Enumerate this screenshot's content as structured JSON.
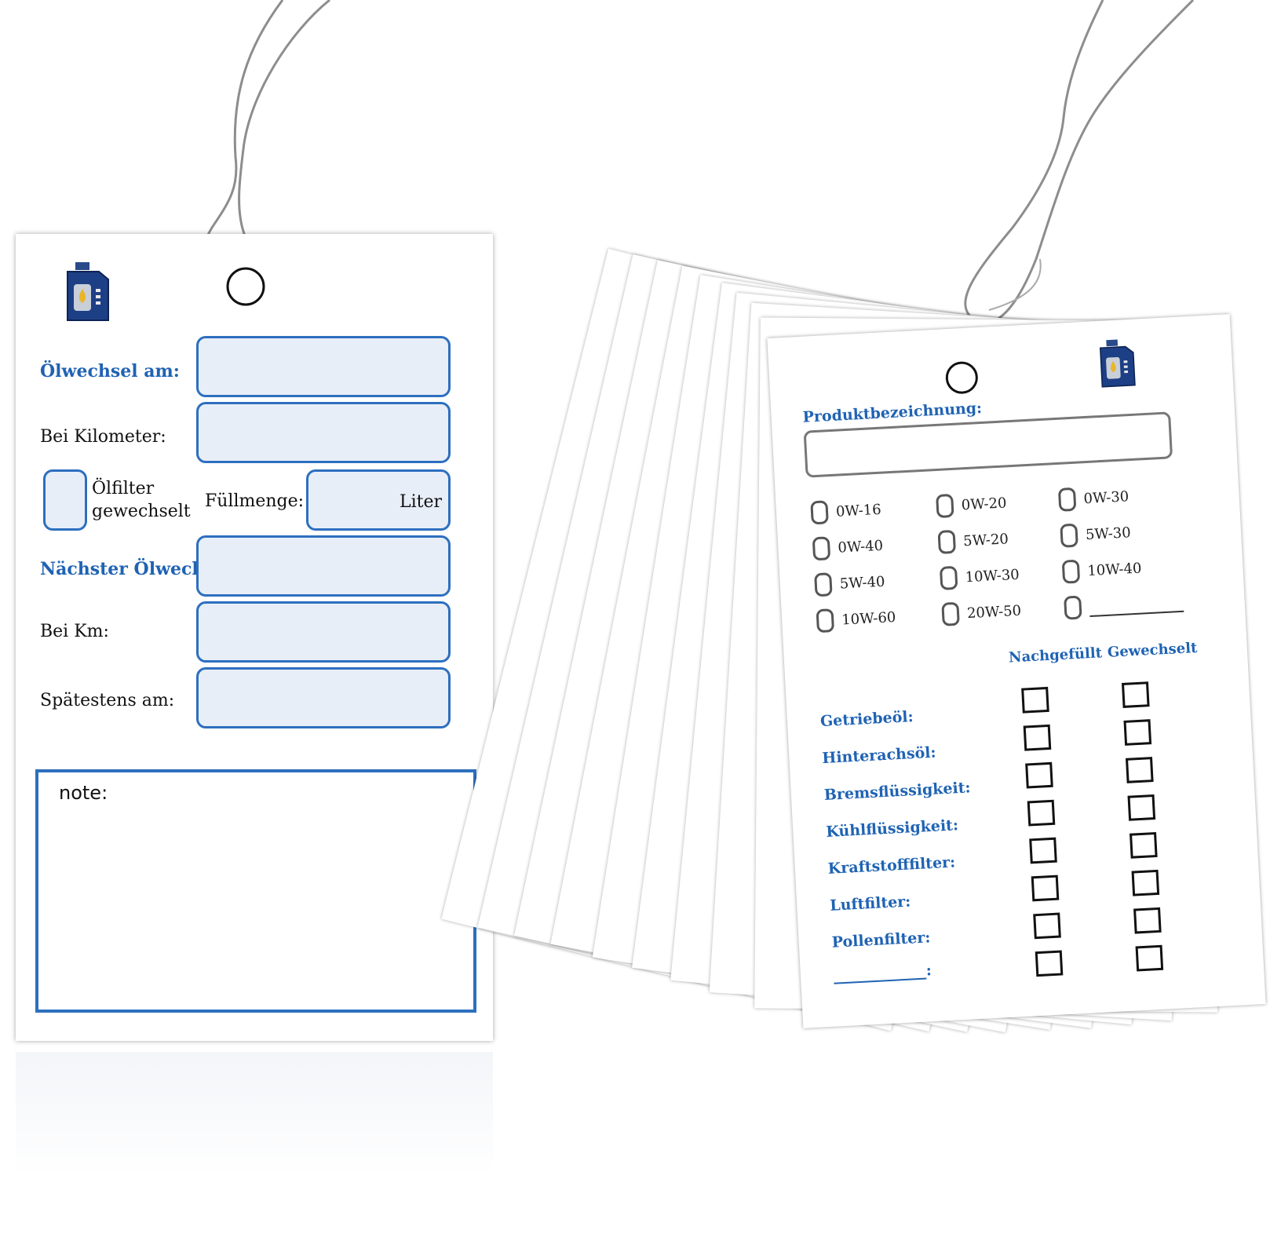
{
  "left_tag": {
    "oelwechsel_am": "Ölwechsel am:",
    "bei_kilometer": "Bei Kilometer:",
    "oelfilter_line1": "Ölfilter",
    "oelfilter_line2": "gewechselt",
    "fuellmenge": "Füllmenge:",
    "liter": "Liter",
    "naechster": "Nächster Ölwechsel",
    "bei_km": "Bei Km:",
    "spaetestens": "Spätestens am:",
    "note": "note:"
  },
  "right_tag": {
    "produkt": "Produktbezeichnung:",
    "viscosities": [
      [
        "0W-16",
        "0W-20",
        "0W-30"
      ],
      [
        "0W-40",
        "5W-20",
        "5W-30"
      ],
      [
        "5W-40",
        "10W-30",
        "10W-40"
      ],
      [
        "10W-60",
        "20W-50",
        ""
      ]
    ],
    "col_nachgefuellt": "Nachgefüllt",
    "col_gewechselt": "Gewechselt",
    "items": [
      "Getriebeöl:",
      "Hinterachsöl:",
      "Bremsflüssigkeit:",
      "Kühlflüssigkeit:",
      "Kraftstofffilter:",
      "Luftfilter:",
      "Pollenfilter:",
      ":"
    ]
  },
  "colors": {
    "accent_blue": "#1f63b3",
    "field_fill": "#e8eef8",
    "field_border": "#2d6fbf"
  },
  "icons": [
    "oil-can-icon",
    "eyelet-ring-icon",
    "wire-string-icon"
  ]
}
